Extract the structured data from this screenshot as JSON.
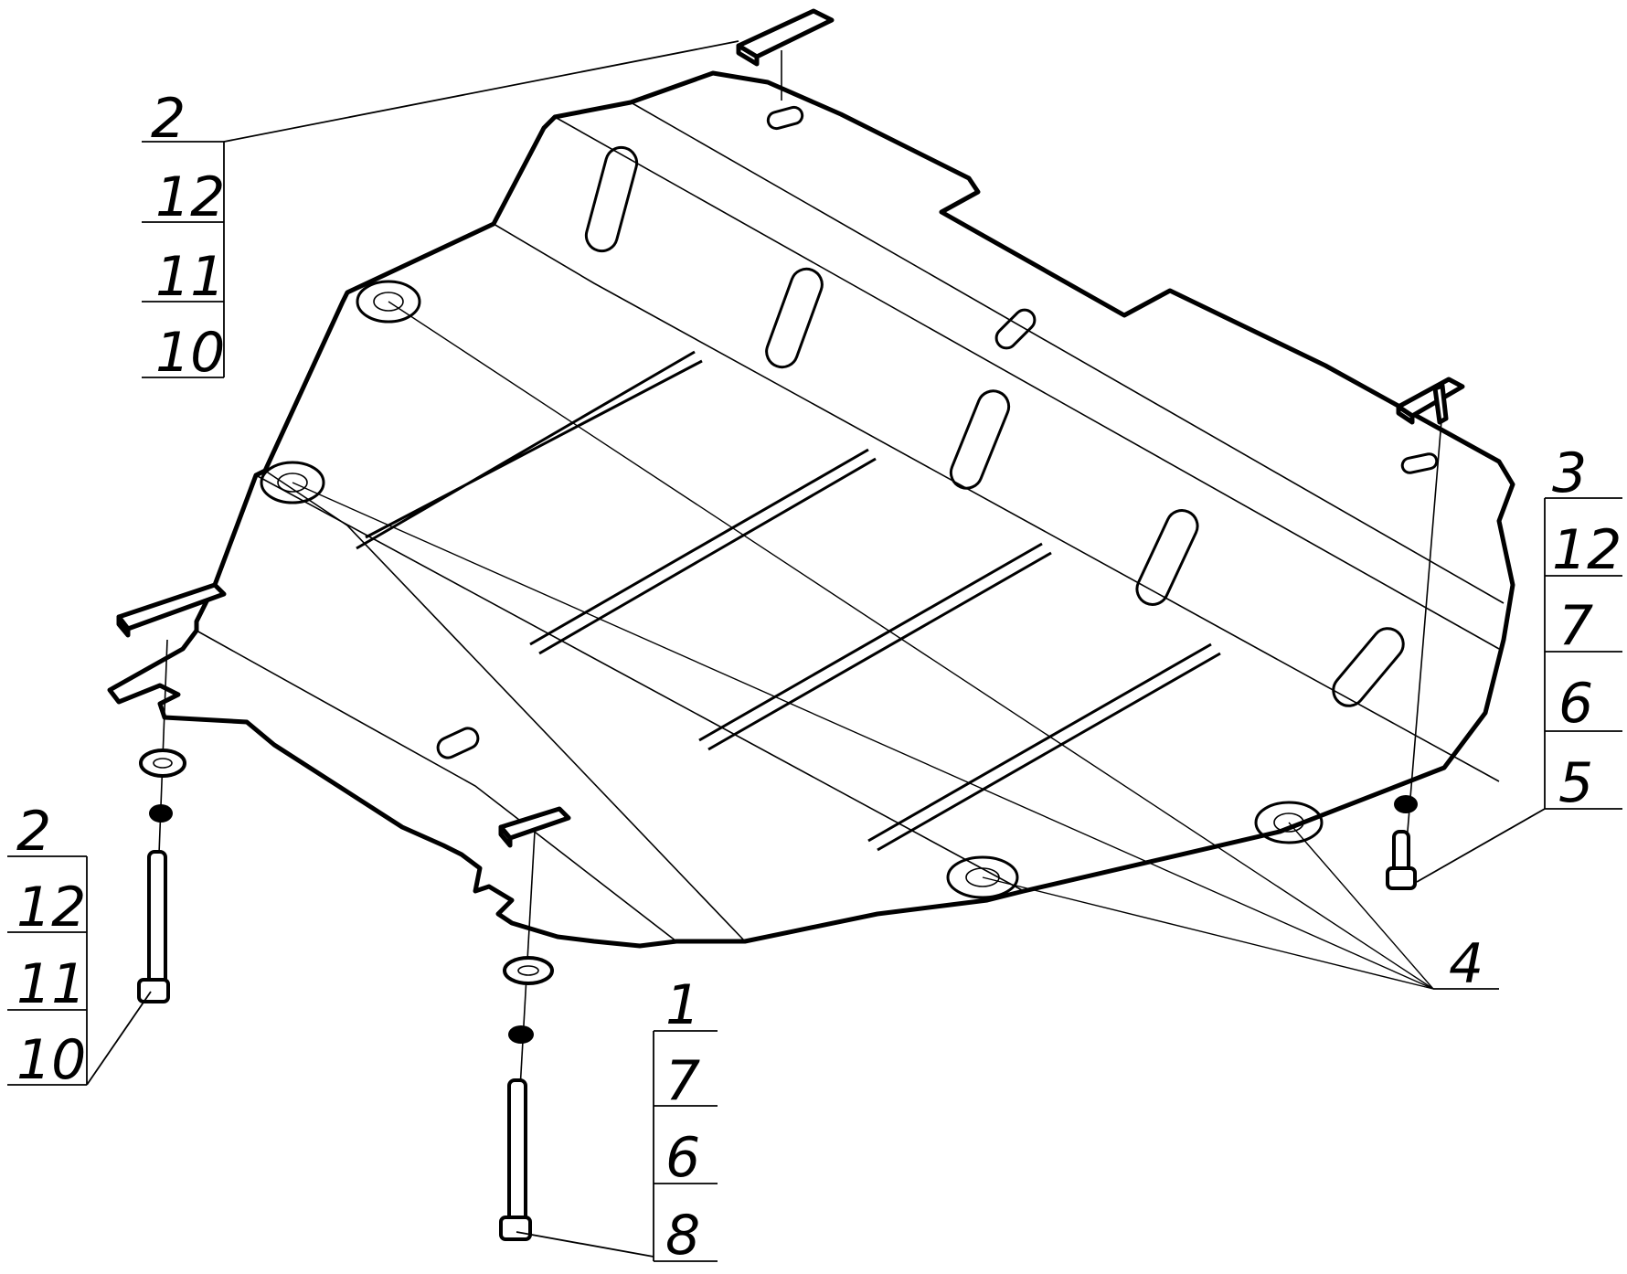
{
  "callouts": {
    "top_left": [
      "2",
      "12",
      "11",
      "10"
    ],
    "bottom_left": [
      "2",
      "12",
      "11",
      "10"
    ],
    "bottom_center": [
      "1",
      "7",
      "6",
      "8"
    ],
    "right": [
      "3",
      "12",
      "7",
      "6",
      "5"
    ],
    "single": "4"
  },
  "colors": {
    "line": "#000000",
    "background": "#ffffff"
  }
}
